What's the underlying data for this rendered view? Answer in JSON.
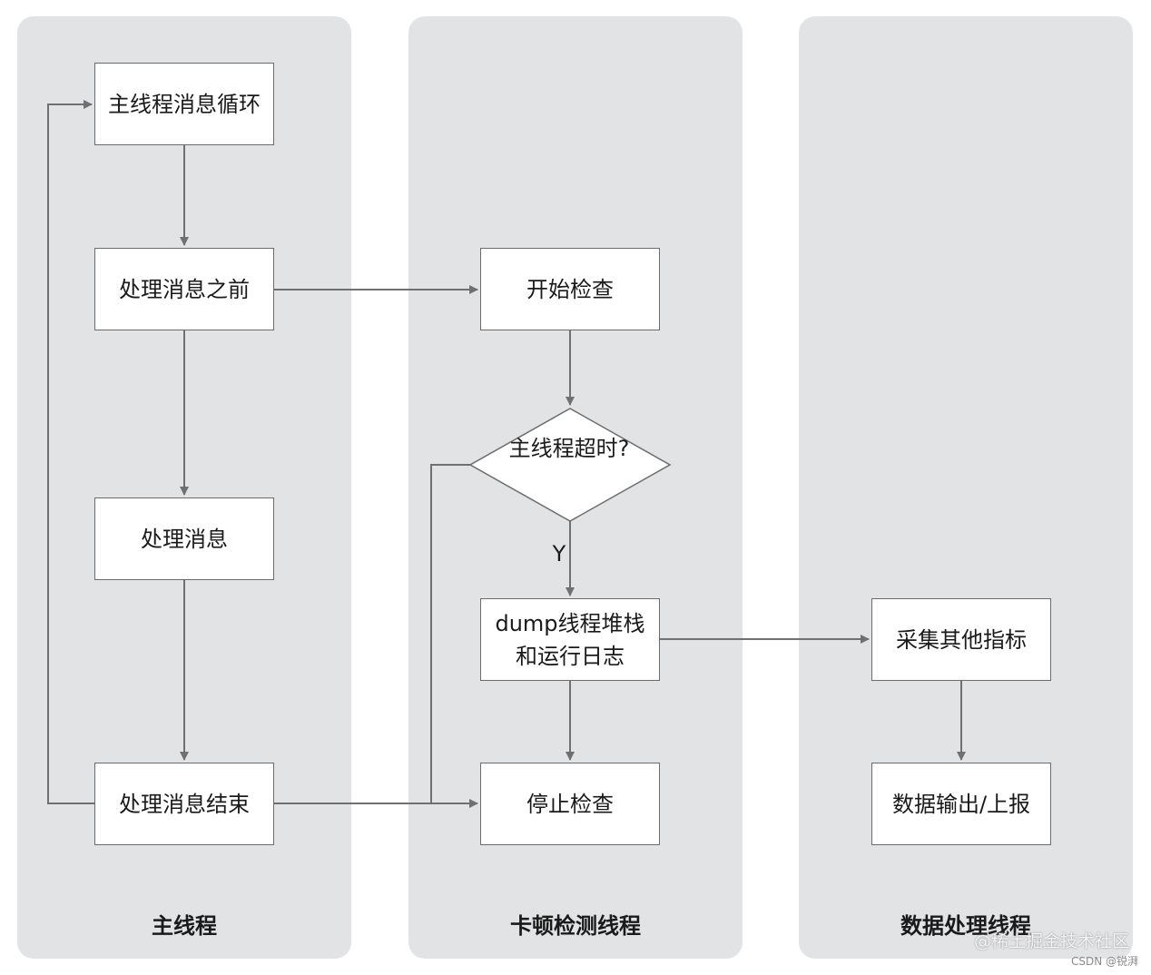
{
  "lanes": [
    {
      "title": "主线程"
    },
    {
      "title": "卡顿检测线程"
    },
    {
      "title": "数据处理线程"
    }
  ],
  "nodes": {
    "main_loop": "主线程消息循环",
    "before_process": "处理消息之前",
    "process": "处理消息",
    "process_end": "处理消息结束",
    "start_check": "开始检查",
    "timeout_question": "主线程超时?",
    "dump_stack": "dump线程堆栈和运行日志",
    "stop_check": "停止检查",
    "collect_metrics": "采集其他指标",
    "data_output": "数据输出/上报"
  },
  "edge_labels": {
    "yes": "Y"
  },
  "watermark": {
    "main": "@稀土掘金技术社区",
    "small": "CSDN @锐湃"
  },
  "colors": {
    "lane_background": "#e2e3e5",
    "node_border": "#6b6b6b",
    "connector": "#707070"
  }
}
